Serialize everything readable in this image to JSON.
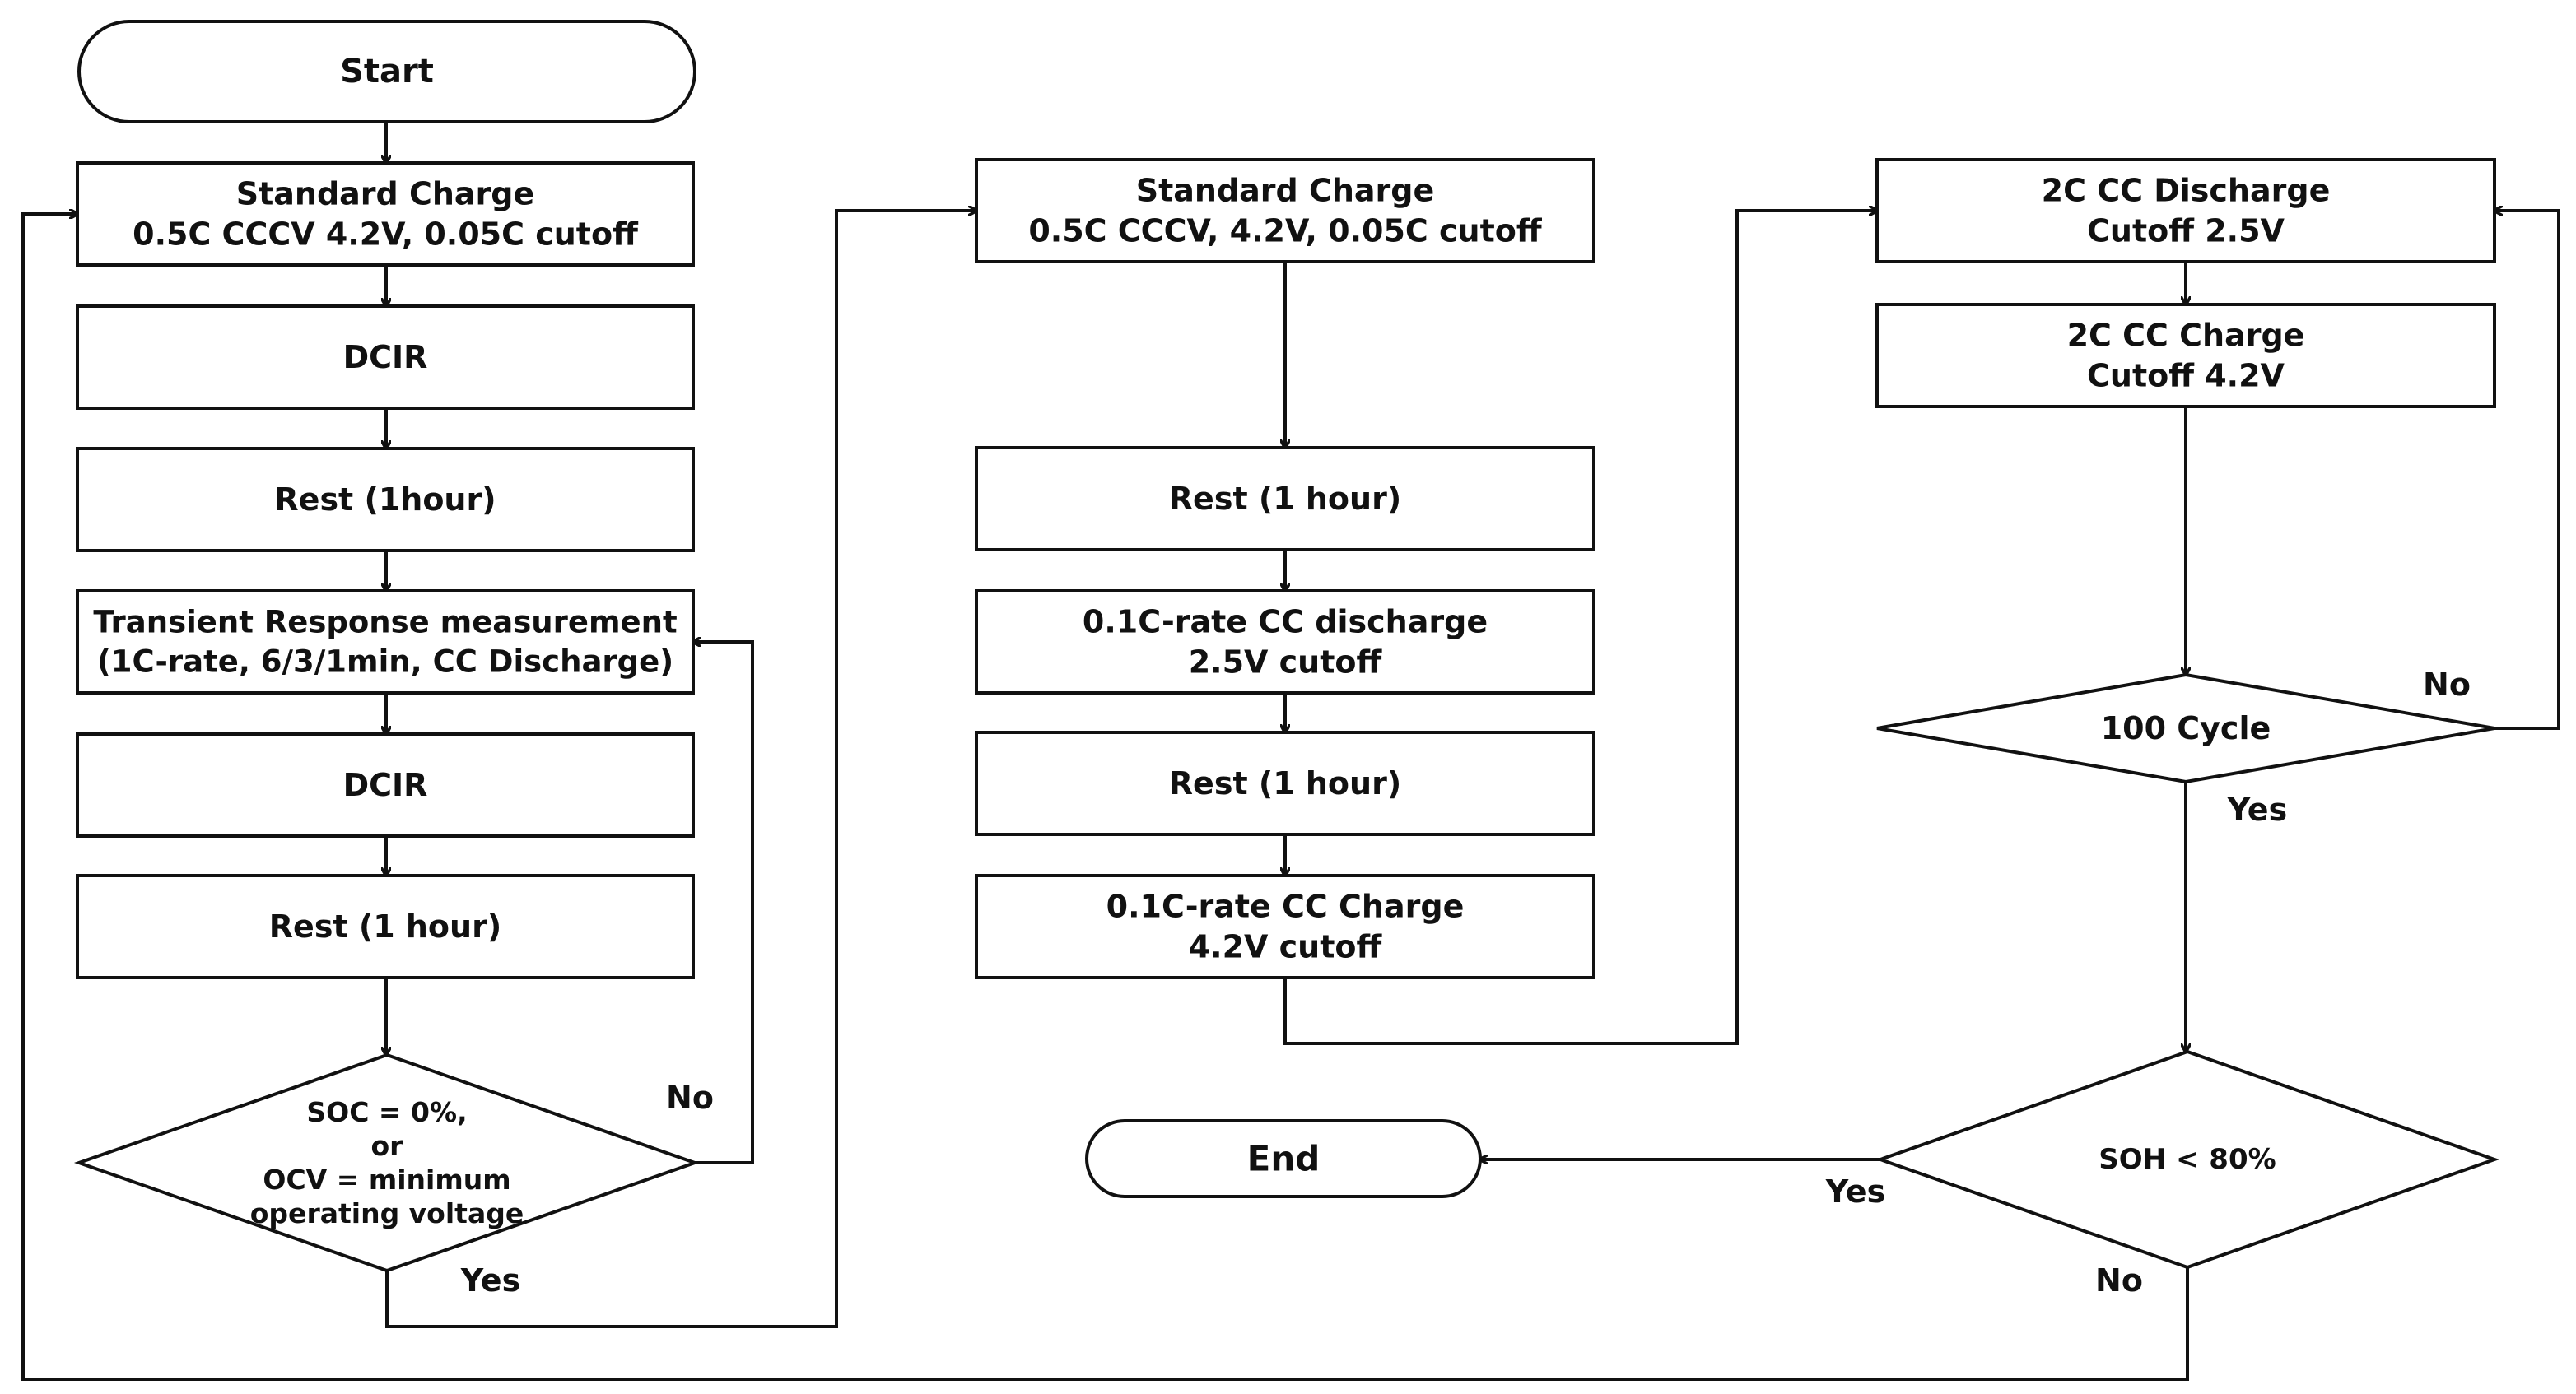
{
  "diagram": {
    "nodes": {
      "start": {
        "lines": [
          "Start"
        ]
      },
      "c1_charge": {
        "lines": [
          "Standard Charge",
          "0.5C CCCV 4.2V, 0.05C cutoff"
        ]
      },
      "c1_dcir1": {
        "lines": [
          "DCIR"
        ]
      },
      "c1_rest1": {
        "lines": [
          "Rest (1hour)"
        ]
      },
      "c1_transient": {
        "lines": [
          "Transient Response measurement",
          "(1C-rate, 6/3/1min, CC Discharge)"
        ]
      },
      "c1_dcir2": {
        "lines": [
          "DCIR"
        ]
      },
      "c1_rest2": {
        "lines": [
          "Rest (1 hour)"
        ]
      },
      "c1_decision": {
        "lines": [
          "SOC = 0%,",
          "or",
          "OCV = minimum",
          "operating voltage"
        ]
      },
      "c2_charge": {
        "lines": [
          "Standard Charge",
          "0.5C CCCV, 4.2V, 0.05C cutoff"
        ]
      },
      "c2_rest1": {
        "lines": [
          "Rest (1 hour)"
        ]
      },
      "c2_discharge": {
        "lines": [
          "0.1C-rate CC discharge",
          "2.5V cutoff"
        ]
      },
      "c2_rest2": {
        "lines": [
          "Rest (1 hour)"
        ]
      },
      "c2_charge2": {
        "lines": [
          "0.1C-rate CC Charge",
          "4.2V cutoff"
        ]
      },
      "c3_discharge": {
        "lines": [
          "2C CC Discharge",
          "Cutoff 2.5V"
        ]
      },
      "c3_charge": {
        "lines": [
          "2C CC Charge",
          "Cutoff 4.2V"
        ]
      },
      "c3_cycle": {
        "lines": [
          "100 Cycle"
        ]
      },
      "c3_soh": {
        "lines": [
          "SOH < 80%"
        ]
      },
      "end": {
        "lines": [
          "End"
        ]
      }
    },
    "labels": {
      "no_soc": "No",
      "yes_soc": "Yes",
      "no_cycle": "No",
      "yes_cycle": "Yes",
      "yes_soh": "Yes",
      "no_soh": "No"
    }
  }
}
